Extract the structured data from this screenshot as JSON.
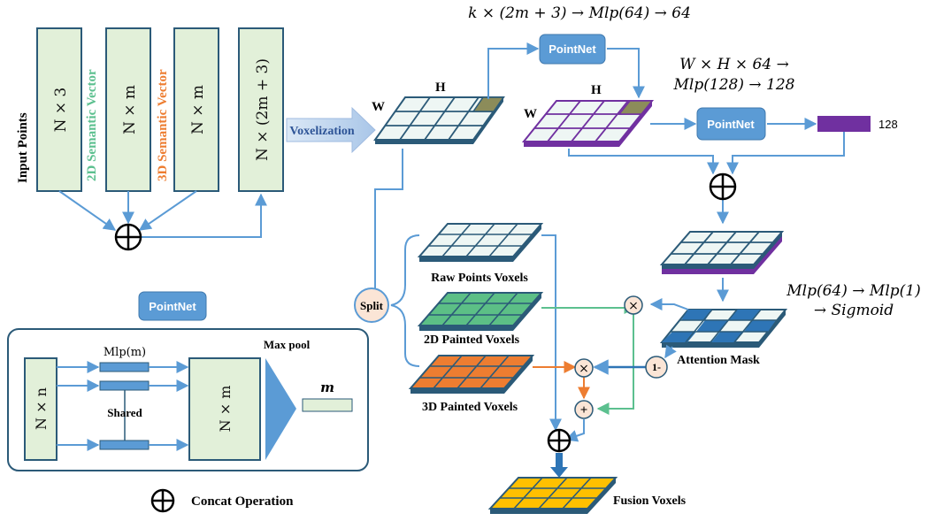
{
  "diagram": {
    "input_column": {
      "side_labels": [
        "Input Points",
        "2D Semantic Vector",
        "3D Semantic Vector"
      ],
      "boxes": [
        "N × 3",
        "N × m",
        "N × m",
        "N × (2m + 3)"
      ],
      "colors": {
        "box_fill": "#e2f0d9",
        "box_border": "#2b5a78",
        "label_2d": "#5cc08f",
        "label_3d": "#ed7d31"
      }
    },
    "voxelization_label": "Voxelization",
    "grid_axis_labels": {
      "w1": "W",
      "h1": "H",
      "w2": "W",
      "h2": "H"
    },
    "formulas": {
      "top": "k × (2m + 3) → Mlp(64) → 64",
      "mid_line1": "W × H × 64 →",
      "mid_line2": "Mlp(128) → 128",
      "attn_line1": "Mlp(64) → Mlp(1)",
      "attn_line2": "→ Sigmoid"
    },
    "pointnet_label": "PointNet",
    "out_dim_label": "128",
    "split_label": "Split",
    "voxel_labels": {
      "raw": "Raw Points Voxels",
      "painted2d": "2D Painted Voxels",
      "painted3d": "3D Painted Voxels",
      "attention": "Attention Mask",
      "fusion": "Fusion Voxels"
    },
    "ops": {
      "concat": "⊕",
      "mult": "×",
      "add": "+",
      "one_minus": "1-"
    },
    "pointnet_detail": {
      "title": "PointNet",
      "input": "N × n",
      "mlp": "Mlp(m)",
      "shared": "Shared",
      "mid": "N × m",
      "maxpool": "Max pool",
      "out": "m"
    },
    "legend": {
      "symbol": "⊕",
      "text": "Concat Operation"
    },
    "colors": {
      "arrow_blue": "#5b9bd5",
      "arrow_green": "#5cc08f",
      "arrow_orange": "#ed7d31",
      "pointnet_fill": "#5b9bd5",
      "purple": "#7030a0",
      "grid_light": "#eef6f4",
      "grid_green": "#5cbf86",
      "grid_orange": "#ed7d31",
      "grid_yellow": "#ffc000",
      "olive": "#8c8c5a"
    }
  }
}
